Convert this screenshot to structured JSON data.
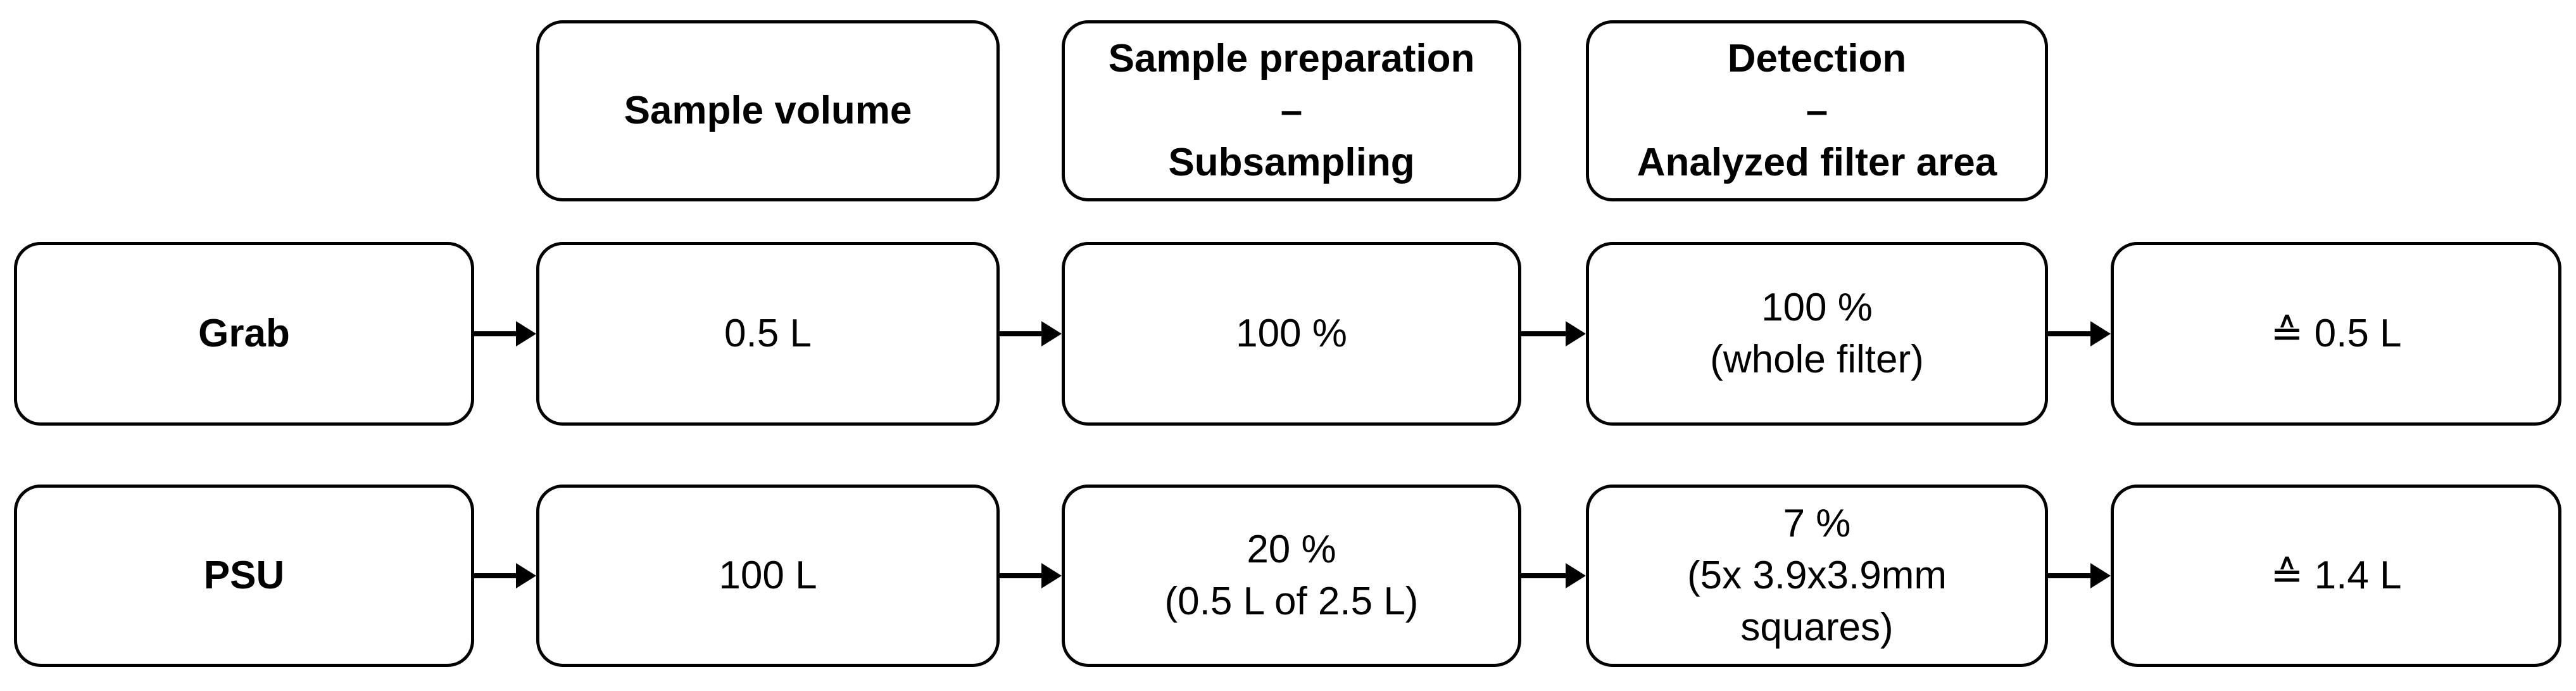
{
  "diagram": {
    "headers": [
      {
        "lines": [
          "Sample volume"
        ]
      },
      {
        "lines": [
          "Sample preparation",
          "–",
          "Subsampling"
        ]
      },
      {
        "lines": [
          "Detection",
          "–",
          "Analyzed filter area"
        ]
      }
    ],
    "rows": [
      {
        "label": "Grab",
        "sample_volume": [
          "0.5 L"
        ],
        "subsampling": [
          "100 %"
        ],
        "filter_area": [
          "100 %",
          "(whole filter)"
        ],
        "result": [
          "≙ 0.5 L"
        ]
      },
      {
        "label": "PSU",
        "sample_volume": [
          "100 L"
        ],
        "subsampling": [
          "20 %",
          "(0.5 L of 2.5 L)"
        ],
        "filter_area": [
          "7 %",
          "(5x 3.9x3.9mm",
          "squares)"
        ],
        "result": [
          "≙ 1.4 L"
        ]
      }
    ],
    "colors": {
      "border": "#000000",
      "background": "#ffffff",
      "text": "#000000"
    }
  }
}
